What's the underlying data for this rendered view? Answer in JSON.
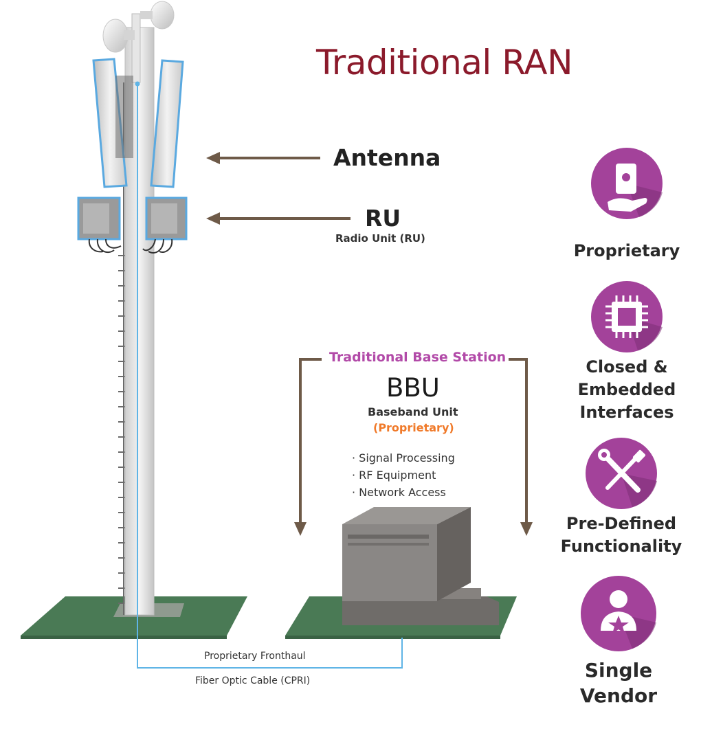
{
  "title": "Traditional RAN",
  "labels": {
    "antenna": "Antenna",
    "ru": "RU",
    "ru_sub": "Radio Unit (RU)",
    "base_station": "Traditional Base Station",
    "bbu": "BBU",
    "bbu_sub": "Baseband Unit",
    "bbu_note": "(Proprietary)",
    "bbu_functions": [
      "Signal Processing",
      "RF Equipment",
      "Network Access"
    ],
    "fronthaul": "Proprietary Fronthaul",
    "cable": "Fiber Optic Cable (CPRI)"
  },
  "features": [
    {
      "icon": "hand-holding-device-icon",
      "lines": [
        "Proprietary"
      ]
    },
    {
      "icon": "chip-icon",
      "lines": [
        "Closed &",
        "Embedded",
        "Interfaces"
      ]
    },
    {
      "icon": "wrench-screwdriver-icon",
      "lines": [
        "Pre-Defined",
        "Functionality"
      ]
    },
    {
      "icon": "person-star-icon",
      "lines": [
        "Single",
        "Vendor"
      ]
    }
  ],
  "colors": {
    "title": "#8b1a2b",
    "icon_circle": "#a3429a",
    "base_station_label": "#b24aa8",
    "proprietary_note": "#f07a2a",
    "fiber_cable": "#5fb4e6",
    "ground": "#4a7a55",
    "arrows": "#6e5a48"
  }
}
